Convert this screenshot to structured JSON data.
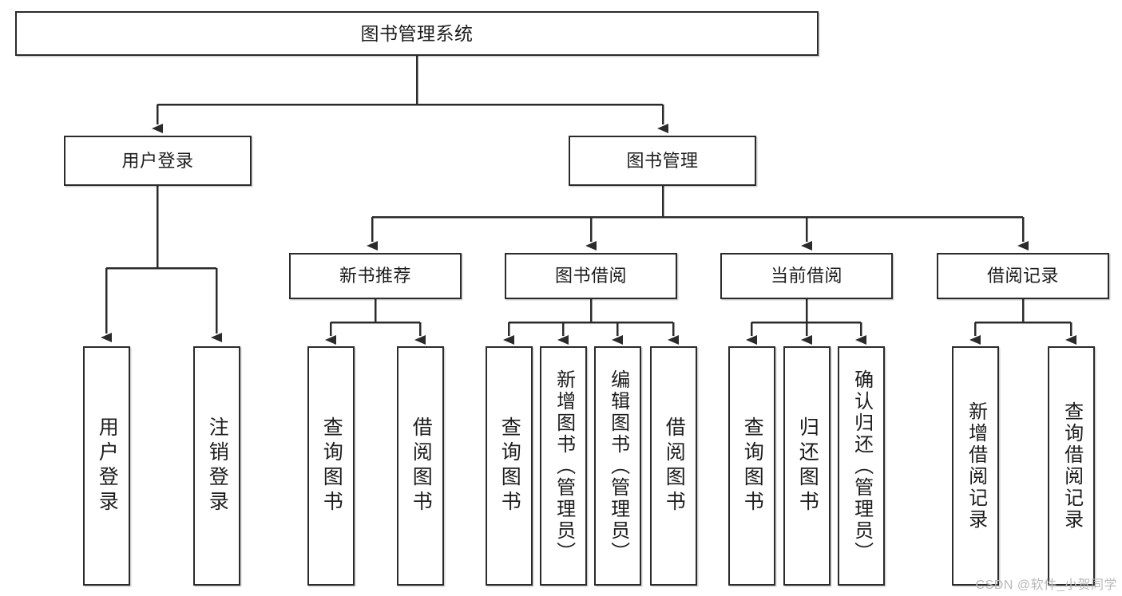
{
  "diagram": {
    "title": "图书管理系统",
    "type": "tree-hierarchy",
    "watermark": "CSDN @软件_小贺同学",
    "colors": {
      "border": "#2b2b2b",
      "fill": "#ffffff",
      "text": "#1c1c1c",
      "connector": "#2b2b2b",
      "watermark": "#b9b9b9"
    },
    "nodes": {
      "root": {
        "label": "图书管理系统",
        "level": 1
      },
      "l2": [
        {
          "id": "user-login",
          "label": "用户登录",
          "level": 2
        },
        {
          "id": "book-manage",
          "label": "图书管理",
          "level": 2
        }
      ],
      "l3": [
        {
          "id": "new-book-rec",
          "label": "新书推荐",
          "level": 3,
          "parent": "book-manage"
        },
        {
          "id": "book-borrow",
          "label": "图书借阅",
          "level": 3,
          "parent": "book-manage"
        },
        {
          "id": "current-borrow",
          "label": "当前借阅",
          "level": 3,
          "parent": "book-manage"
        },
        {
          "id": "borrow-record",
          "label": "借阅记录",
          "level": 3,
          "parent": "book-manage"
        }
      ],
      "leaves": [
        {
          "id": "leaf-user-login",
          "label": "用户登录",
          "parent": "user-login"
        },
        {
          "id": "leaf-logout",
          "label": "注销登录",
          "parent": "user-login"
        },
        {
          "id": "leaf-query-book-1",
          "label": "查询图书",
          "parent": "new-book-rec"
        },
        {
          "id": "leaf-borrow-book-1",
          "label": "借阅图书",
          "parent": "new-book-rec"
        },
        {
          "id": "leaf-query-book-2",
          "label": "查询图书",
          "parent": "book-borrow"
        },
        {
          "id": "leaf-add-book",
          "label": "新增图书（管理员）",
          "parent": "book-borrow"
        },
        {
          "id": "leaf-edit-book",
          "label": "编辑图书（管理员）",
          "parent": "book-borrow"
        },
        {
          "id": "leaf-borrow-book-2",
          "label": "借阅图书",
          "parent": "book-borrow"
        },
        {
          "id": "leaf-query-book-3",
          "label": "查询图书",
          "parent": "current-borrow"
        },
        {
          "id": "leaf-return-book",
          "label": "归还图书",
          "parent": "current-borrow"
        },
        {
          "id": "leaf-confirm-return",
          "label": "确认归还（管理员）",
          "parent": "current-borrow"
        },
        {
          "id": "leaf-add-record",
          "label": "新增借阅记录",
          "parent": "borrow-record"
        },
        {
          "id": "leaf-query-record",
          "label": "查询借阅记录",
          "parent": "borrow-record"
        }
      ]
    }
  }
}
